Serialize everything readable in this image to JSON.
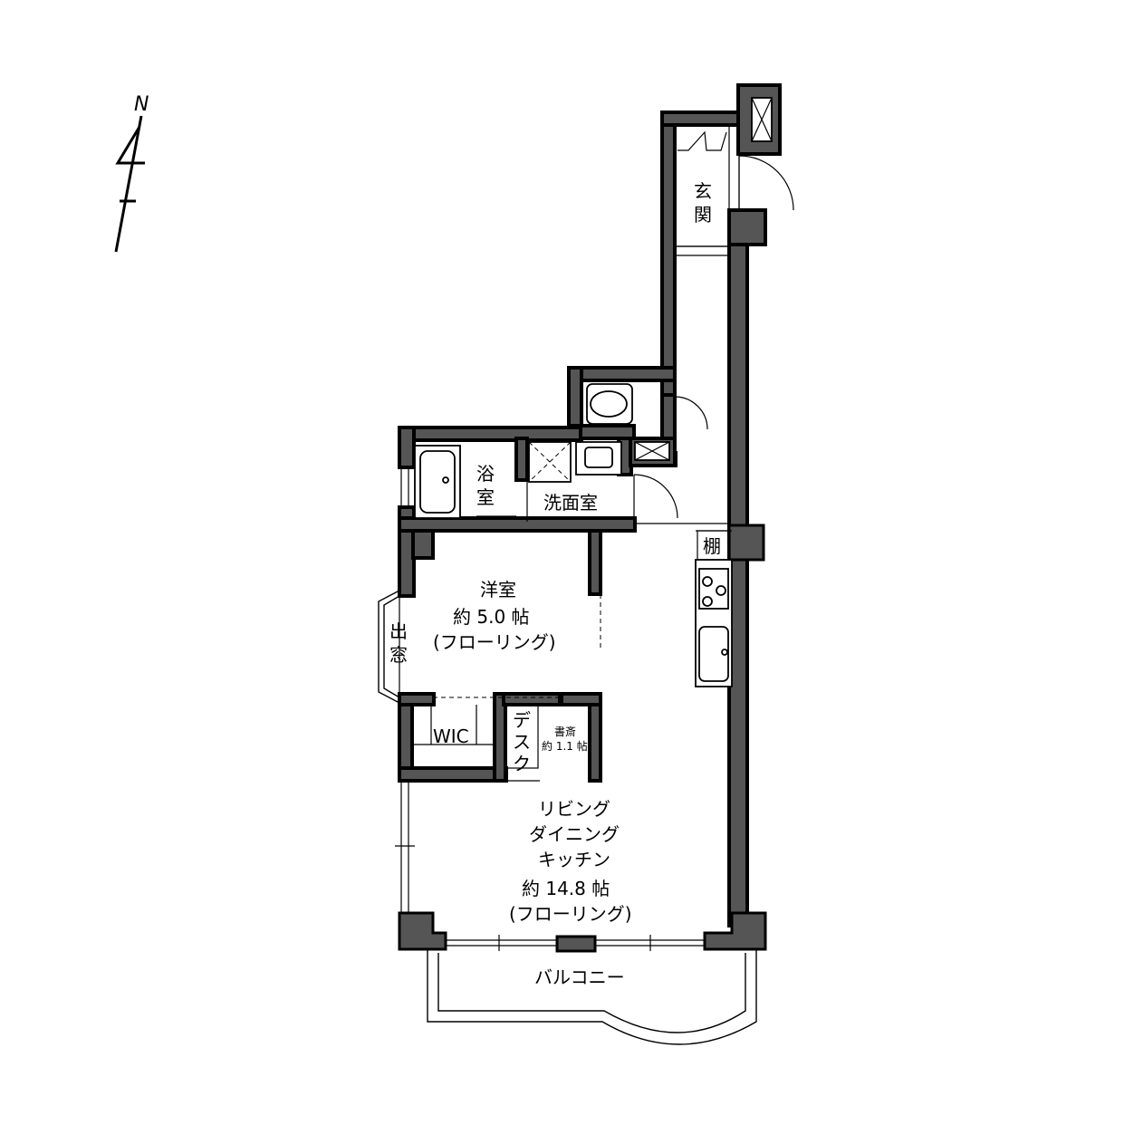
{
  "compass": {
    "letter": "N"
  },
  "rooms": {
    "entrance": {
      "line1": "玄",
      "line2": "関"
    },
    "bath": {
      "line1": "浴",
      "line2": "室"
    },
    "washroom": {
      "label": "洗面室"
    },
    "shelf": {
      "label": "棚"
    },
    "western_room": {
      "name": "洋室",
      "size": "約 5.0 帖",
      "floor": "(フローリング)"
    },
    "bay_window": {
      "line1": "出",
      "line2": "窓"
    },
    "wic": {
      "label": "WIC"
    },
    "desk": {
      "line1": "デ",
      "line2": "ス",
      "line3": "ク"
    },
    "study": {
      "name": "書斎",
      "size": "約 1.1 帖"
    },
    "ldk": {
      "line1": "リビング",
      "line2": "ダイニング",
      "line3": "キッチン",
      "size": "約 14.8 帖",
      "floor": "(フローリング)"
    },
    "balcony": {
      "label": "バルコニー"
    }
  }
}
